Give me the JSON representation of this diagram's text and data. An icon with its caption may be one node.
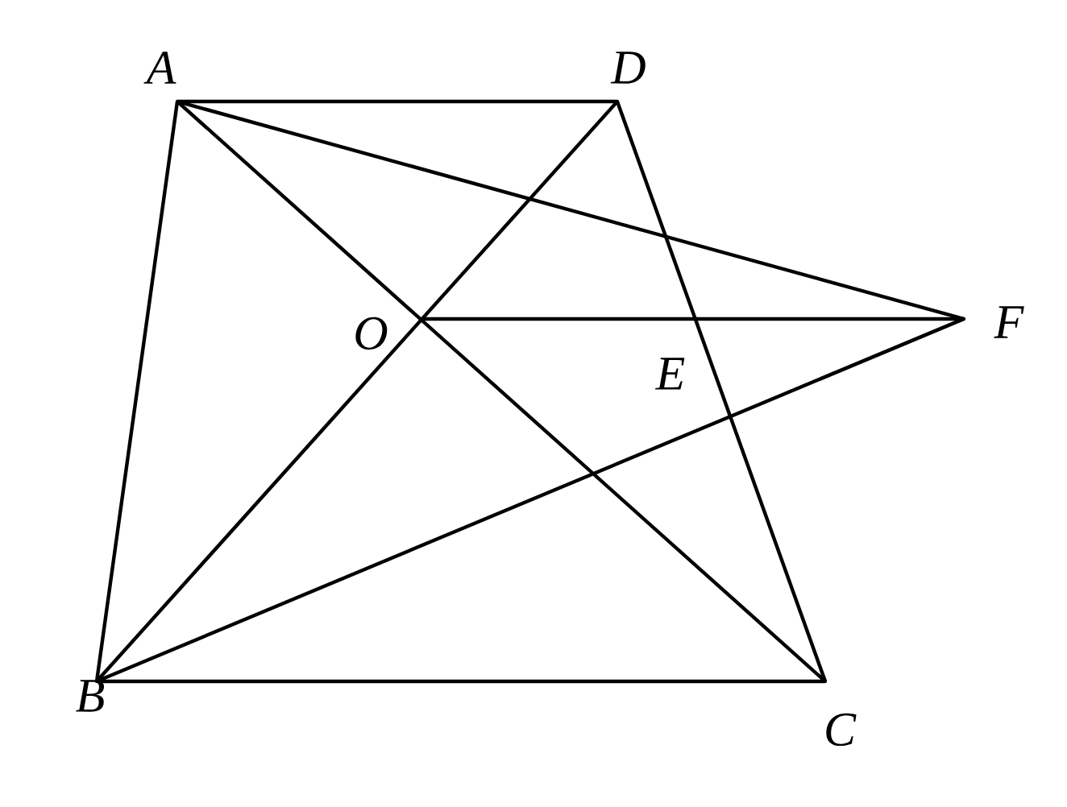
{
  "diagram": {
    "nodes": [
      {
        "text": [
          "A"
        ]
      },
      {
        "text": [
          "D"
        ]
      },
      {
        "text": [
          "O"
        ]
      },
      {
        "text": [
          "F"
        ]
      },
      {
        "text": [
          "E"
        ]
      },
      {
        "text": [
          "B"
        ]
      },
      {
        "text": [
          "C"
        ]
      }
    ],
    "edges": [
      {
        "from": 0,
        "to": 1,
        "arrow": "none"
      },
      {
        "from": 0,
        "to": 5,
        "arrow": "none"
      },
      {
        "from": 0,
        "to": 6,
        "arrow": "none"
      },
      {
        "from": 0,
        "to": 3,
        "arrow": "none"
      },
      {
        "from": 1,
        "to": 5,
        "arrow": "none"
      },
      {
        "from": 1,
        "to": 6,
        "arrow": "none"
      },
      {
        "from": 2,
        "to": 3,
        "arrow": "none"
      },
      {
        "from": 5,
        "to": 6,
        "arrow": "none"
      },
      {
        "from": 5,
        "to": 3,
        "arrow": "none"
      }
    ]
  }
}
